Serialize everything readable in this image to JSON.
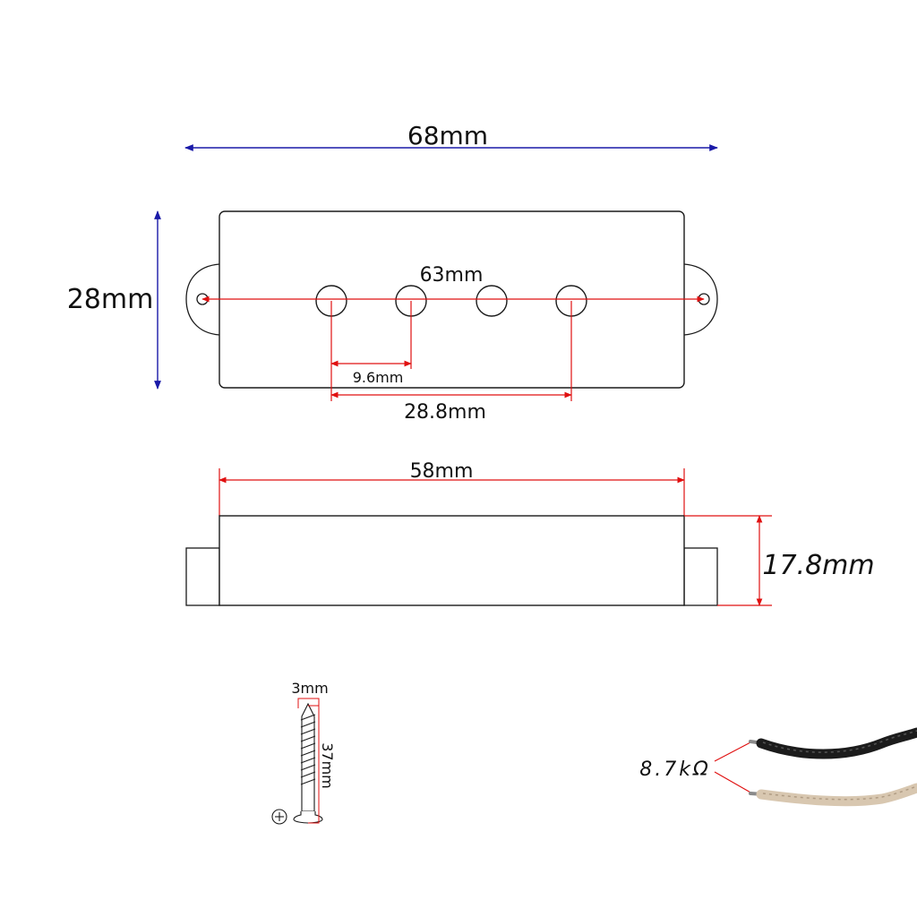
{
  "top_view": {
    "overall_length_label": "68mm",
    "width_label": "28mm",
    "mounting_hole_span_label": "63mm",
    "pole_pitch_label": "9.6mm",
    "outer_pole_span_label": "28.8mm"
  },
  "side_view": {
    "cover_length_label": "58mm",
    "height_label": "17.8mm"
  },
  "screw": {
    "diameter_label": "3mm",
    "length_label": "37mm"
  },
  "leads": {
    "resistance_label": "8.7kΩ"
  },
  "colors": {
    "outline": "#1a1a1a",
    "dimension_red": "#e01010",
    "dimension_blue": "#1a1aa8",
    "hot_lead": "#1c1c1c",
    "ground_lead": "#d8c7b0"
  }
}
